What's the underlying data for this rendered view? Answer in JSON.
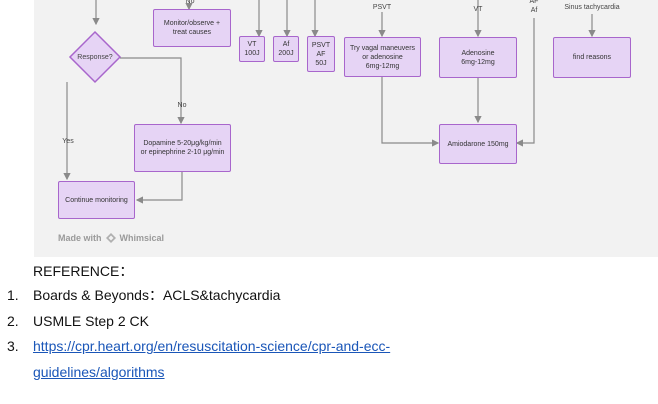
{
  "flowchart": {
    "nodes": {
      "monitor": "Monitor/observe +\ntreat causes",
      "response": "Response?",
      "vt": "VT\n100J",
      "af": "Af\n200J",
      "psvt_af": "PSVT\nAF\n50J",
      "vagal": "Try vagal maneuvers\nor adenosine\n6mg-12mg",
      "adenosine": "Adenosine\n6mg-12mg",
      "find_reasons": "find reasons",
      "dopamine": "Dopamine 5-20μg/kg/min\nor epinephrine 2-10 μg/min",
      "amiodarone": "Amiodarone 150mg",
      "continue": "Continue monitoring"
    },
    "labels": {
      "no_top": "No",
      "psvt": "PSVT",
      "vt": "VT",
      "af": "AF\nAf",
      "sinus": "Sinus tachycardia",
      "no": "No",
      "yes": "Yes"
    },
    "watermark": {
      "prefix": "Made with",
      "brand": "Whimsical"
    }
  },
  "reference": {
    "title": "REFERENCE：",
    "items": [
      {
        "num": "1.",
        "text": "Boards & Beyonds：ACLS&tachycardia"
      },
      {
        "num": "2.",
        "text": "USMLE Step 2 CK"
      },
      {
        "num": "3.",
        "text": "https://cpr.heart.org/en/resuscitation-science/cpr-and-ecc-guidelines/algorithms",
        "line1": "https://cpr.heart.org/en/resuscitation-science/cpr-and-ecc-",
        "line2": "guidelines/algorithms"
      }
    ]
  },
  "colors": {
    "node_fill": "#e6d4f5",
    "node_border": "#a866cc",
    "link": "#1a56b8",
    "panel": "#f2f2f2"
  }
}
